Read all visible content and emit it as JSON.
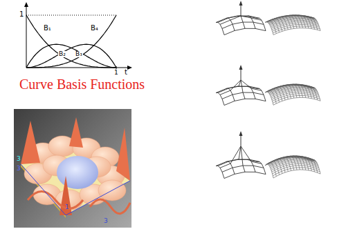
{
  "diagram": {
    "caption": "Curve Basis Functions",
    "labels": [
      "1",
      "B₁",
      "B₄",
      "B₂",
      "B₃",
      "1",
      "t",
      "3",
      "3",
      "1",
      "3"
    ]
  }
}
